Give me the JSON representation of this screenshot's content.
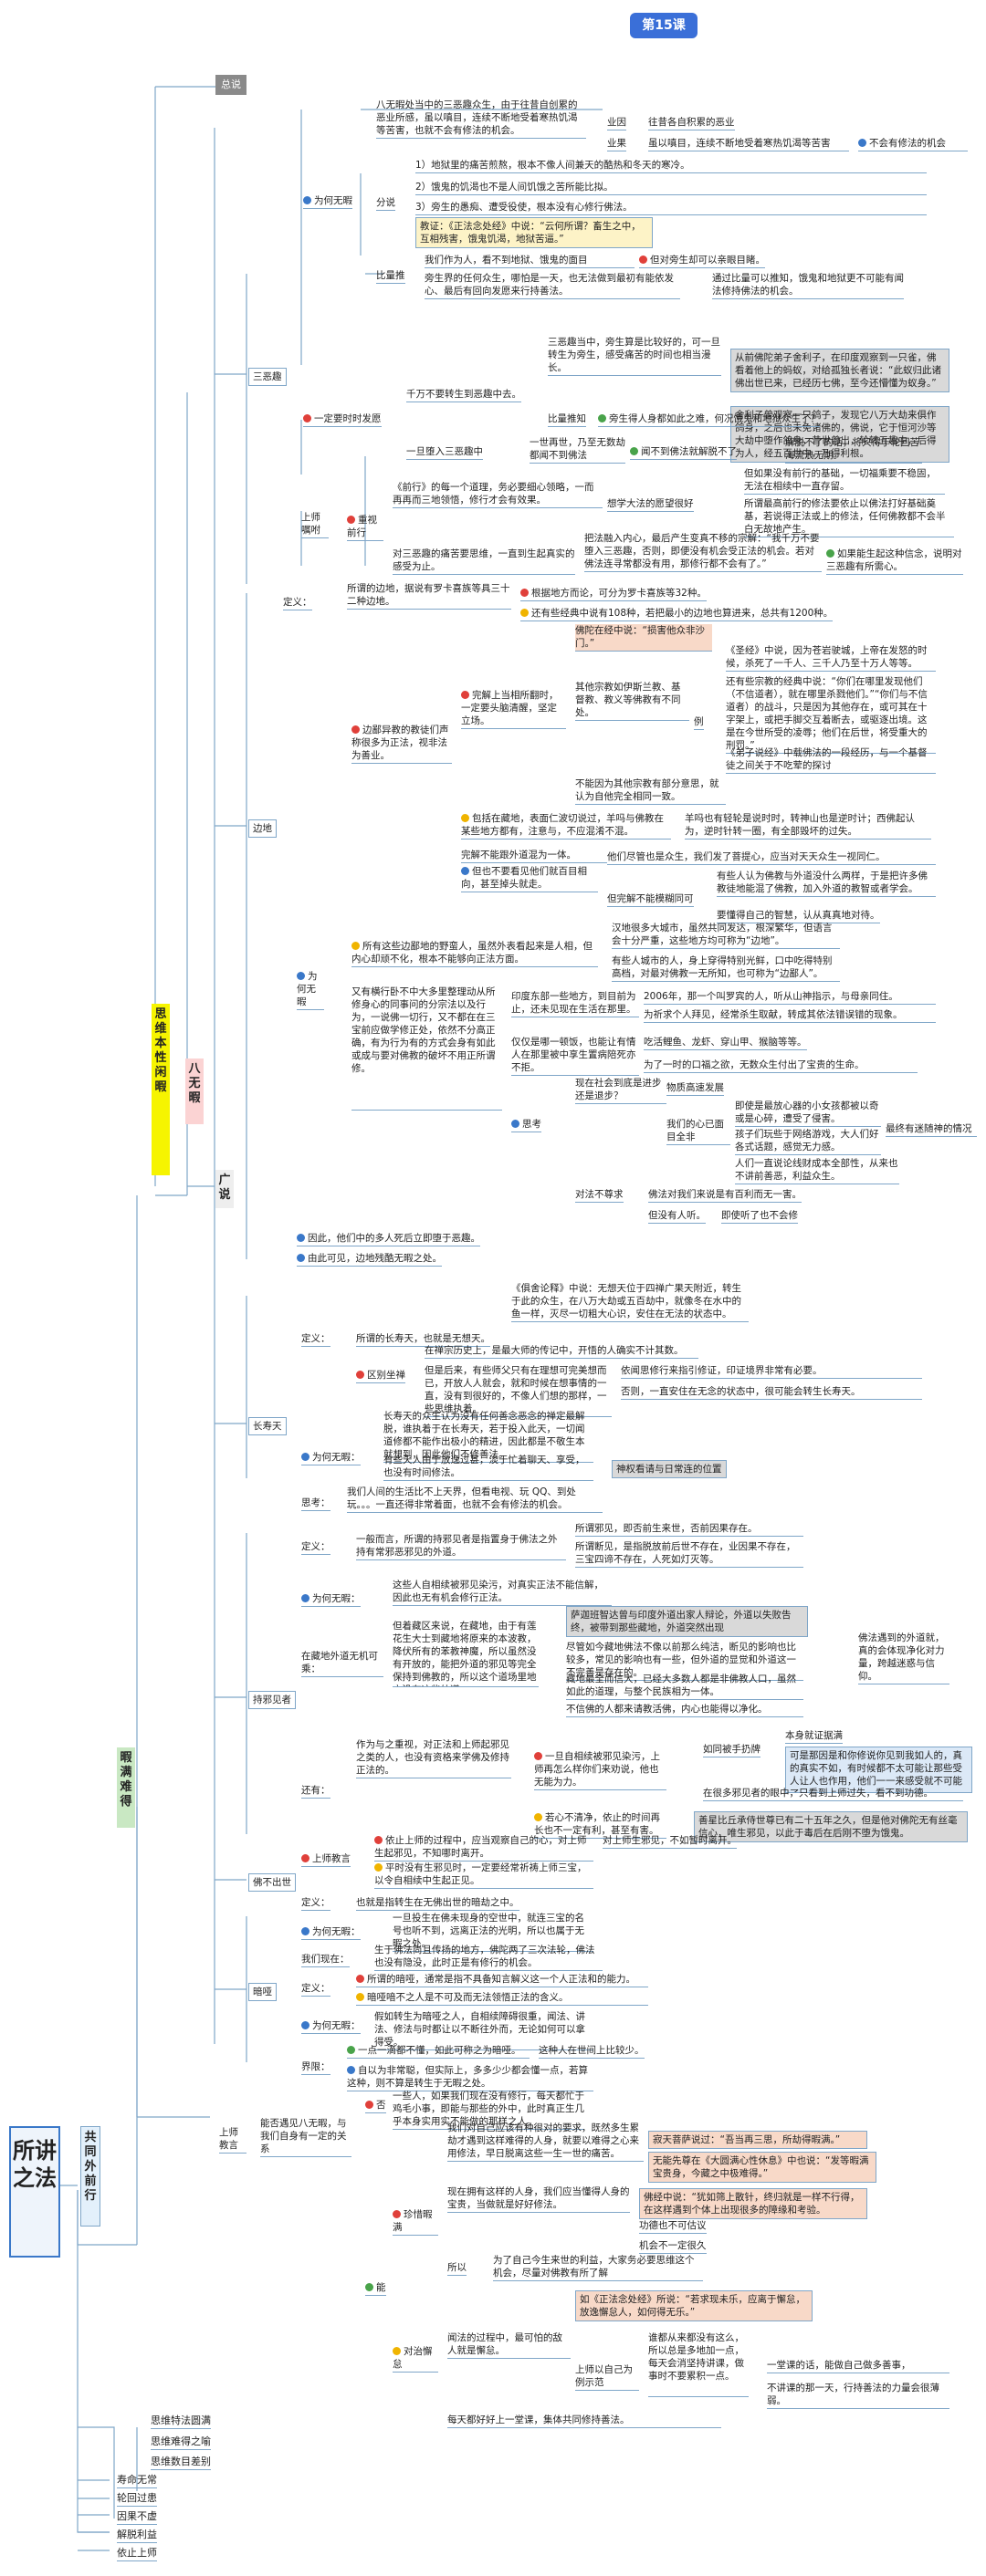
{
  "lesson": "第15课",
  "root": "所讲之法",
  "gray_top": "总说",
  "left_tags": {
    "a": "思维本性闲暇",
    "b": "八无暇",
    "c": "广说",
    "d": "暇满难得",
    "e": "共同外前行"
  },
  "bottom_items": [
    "思维特法圆满",
    "思维难得之喻",
    "思维数目差别"
  ],
  "root_branches": [
    "寿命无常",
    "轮回过患",
    "因果不虚",
    "解脱利益",
    "依止上师"
  ],
  "sec1": {
    "title": "三恶趣",
    "why": "为何无暇",
    "def": "八无暇处当中的三恶趣众生，由于往昔自创累的恶业所感，虽以嗔目，连续不断地受着寒热饥渴等苦害，也就不会有修法的机会。",
    "yeye": "业因",
    "yeye_v": "往昔各自积累的恶业",
    "yeguo": "业果",
    "yeguo_v": "虽以嗔目，连续不断地受着寒热饥渴等苦害",
    "noop": "不会有修法的机会",
    "fenshuo": "分说",
    "f1": "1）地狱里的痛苦煎熬，根本不像人间兼天的酷热和冬天的寒冷。",
    "f2": "2）饿鬼的饥渴也不是人间饥饿之苦所能比拟。",
    "f3": "3）旁生的愚痴、遭受役使，根本没有心修行佛法。",
    "quote1": "教证：《正法念处经》中说：“云何所谓？畜生之中，互相残害，饿鬼饥渴，地狱苦逼。”",
    "compare": "比量推",
    "c1": "我们作为人，看不到地狱、饿鬼的面目",
    "c1b": "但对旁生却可以亲眼目睹。",
    "c2": "旁生界的任何众生，哪怕是一天，也无法做到最初有能依发心、最后有回向发愿来行持善法。",
    "c3": "通过比量可以推知，饿鬼和地狱更不可能有闻法修持佛法的机会。",
    "must": "一定要时时发愿",
    "never": "千万不要转生到恶趣中去。",
    "m1": "三恶趣当中，旁生算是比较好的，可一旦转生为旁生，感受痛苦的时间也相当漫长。",
    "m1q": "从前佛陀弟子舍利子，在印度观察到一只雀，佛看着他上的蚂蚁，对给孤独长者说：“此蚁归此诸佛出世已来，已经历七佛，至今还懵懂为蚁身。”",
    "m2q": "舍利子曾观察一只鸽子，发现它八万大劫来俱作鸽身，之后也未免诸佛的，佛说，它于恒河沙等大劫中堕作鸽身，昔世曾出，轮转五趣中，后得为人，经五百世中，乃得利根。",
    "bi": "比量推知",
    "bi_v": "旁生得人身都如此之难，何况饿鬼和地狱众生了？",
    "once": "一旦堕入三恶趣中",
    "once1": "一世再世，乃至无数劫都闻不到佛法",
    "once2": "闻不到佛法就解脱不了",
    "once3": "解脱不了的话，将只得于轮回苦海流浪无期。",
    "guru": "上师嘱咐",
    "zhongshi": "重视前行",
    "g1": "《前行》的每一个道理，务必要细心领略，一而再再而三地领悟，修行才会有效果。",
    "g1r": "想学大法的愿望很好",
    "g1a": "但如果没有前行的基础，一切福乘要不稳固，无法在相续中一直存留。",
    "g1b": "所谓最高前行的修法要依止以佛法打好基础奠基，若说得正法或上的修法，任何佛教都不会半白无故地产生。",
    "g2": "对三恶趣的痛苦要思维，一直到生起真实的感受为止。",
    "g2a": "把法融入内心，最后产生变真不移的宗解：“我千万不要堕入三恶趣，否则，即便没有机会受正法的机会。若对佛法连寻常都没有用，那修行都不会有了。”",
    "g2b": "如果能生起这种信念，说明对三恶趣有所需心。"
  },
  "sec2": {
    "title": "边地",
    "def_lbl": "定义：",
    "def": "所谓的边地，据说有罗卡喜族等具三十二种边地。",
    "d1": "根据地方而论，可分为罗卡喜族等32种。",
    "d2": "还有些经典中说有108种，若把最小的边地也算进来，总共有1200种。",
    "why": "为何无暇",
    "w1": "边鄙异教的教徒们声称很多为正法，视非法为善业。",
    "w1a": "完解上当相所翻时，一定要头脑清醒，坚定立场。",
    "w1b": "佛陀在经中说：“损害他众非沙门。”",
    "w1c": "其他宗教如伊斯兰教、基督教、教义等佛教有不同处。",
    "w1d": "例",
    "w1e": "《圣经》中说，因为苍岩驶城，上帝在发怒的时候，杀死了一千人、三千人乃至十万人等等。",
    "w1f": "还有些宗教的经典中说：“你们在哪里发现他们（不信道者），就在哪里杀戮他们。”“你们与不信道者）的战斗，只是因为其他存在，或可其在十字架上，或把手脚交互着断去，或驱逐出境。这是在今世所受的凌辱；他们在后世，将受重大的刑罚。”",
    "w1g": "《弟子说经》中载佛法的一段经历，与一个基督徒之间关于不吃荤的探讨",
    "w1h": "不能因为其他宗教有部分意思，就认为自他完全相同一致。",
    "w2": "包括在藏地，表面仁波切说过，羊吗与佛教在某些地方都有，注意与，不应混淆不混。",
    "w2a": "羊吗也有轻轮是说时时，转神山也是逆时计；西佛起认为，逆时针转一圈，有全部毁坏的过失。",
    "w3": "完解不能跟外道混为一体。",
    "w3a": "但也不要看见他们就百目相向，甚至掉头就走。",
    "w3b": "他们尽管也是众生，我们发了菩提心，应当对天天众生一视同仁。",
    "w3c": "有些人认为佛教与外道没什么两样，于是把许多佛教徒地能混了佛教，加入外道的教智或者学会。",
    "w3d": "但完解不能模糊同可",
    "w3e": "要懂得自己的智慧，认从真真地对待。",
    "w4": "所有这些边鄙地的野蛮人，虽然外表看起来是人相，但内心却顽不化，根本不能够向正法方面。",
    "w4a": "汉地很多大城市，虽然共同发达，根深繁华，但语言会十分严重，这些地方均可称为“边地”。",
    "w4b": "有些人城市的人，身上穿得特别光鲜，口中吃得特别高档，对最对佛教一无所知，也可称为“边鄙人”。",
    "w5": "又有横行卧不中大多里整理动从所修身心的同事问的分宗法以及行为，一说佛一切行，又不都在在三宝前应做学修正处，依然不分高正确，有为行为有的方式会身有如此或成与要对佛教的破坏不用正所谓修。",
    "w5a": "印度东部一些地方，到目前为止，还未见现在生活在那里。",
    "w5b": "2006年，那一个叫罗宾的人，听从山神指示，与母亲同住。",
    "w5c": "为祈求个人拜见，经常杀生取献，转成其依法错误错的现象。",
    "w5d": "仅仅是哪一顿饭，也能让有情人在那里被中享生置病陪死亦不拒。",
    "w5e": "吃活鲤鱼、龙虾、穿山甲、猴脑等等。",
    "w5f": "为了一时的口福之欲，无数众生付出了宝贵的生命。",
    "tz": "思考",
    "tz1": "现在社会到底是进步还是退步？",
    "tz1a": "物质高速发展",
    "tz1b": "我们的心已面目全非",
    "tz1c": "即使是最放心器的小女孩都被以奇或是心碎，遭受了侵害。",
    "tz1d": "孩子们玩些于网络游戏，大人们好各式话题，感觉无力感。",
    "tz1e": "最终有迷随神的情况",
    "tz1f": "人们一直说论线财成本全部性，从来也不讲前善恶，利益众生。",
    "tz2": "对法不尊求",
    "tz2a": "佛法对我们来说是有百利而无一害。",
    "tz2b": "但没有人听。",
    "tz2c": "即使听了也不会修",
    "c1": "因此，他们中的多人死后立即堕于恶趣。",
    "c2": "由此可见，边地残酷无暇之处。"
  },
  "sec3": {
    "title": "长寿天",
    "def_lbl": "定义：",
    "def": "所谓的长寿天，也就是无想天。",
    "def_q": "《俱舍论释》中说：无想天位于四禅广果天附近，转生于此的众生，在八万大劫或五百劫中，就像冬在水中的鱼一样，灭尽一切粗大心识，安住在无法的状态中。",
    "qf": "区别坐禅",
    "qf1": "在禅宗历史上，是最大师的传记中，开悟的人确实不计其数。",
    "qf2": "但是后来，有些师父只有在理想可完美想而已，开放人人就会，就和时候在想事情的一直，没有到很好的，不像人们想的那样，一些思维执着。",
    "qf3": "依闻思修行来指引修证，印证境界非常有必要。",
    "qf4": "否则，一直安住在无念的状态中，很可能会转生长寿天。",
    "why": "为何无暇：",
    "why1": "长寿天的众生认为没有任何善念恶念的禅定最解脱，谁执着于在长寿天，若于投入此天，一切闻道修都不能作出极小的精进，因此都是不敬生本就想到，因此他们不修善法。",
    "why2": "有些天人由于放逸过甚，淡于忙着聊天、享受，也没有时间修法。",
    "why3": "神权看请与日常连的位置",
    "tk": "思考：",
    "tk1": "我们人间的生活比不上天界，但看电视、玩 QQ、到处玩。。。一直还得非常着面，也就不会有修法的机会。"
  },
  "sec4": {
    "title": "持邪见者",
    "def_lbl": "定义：",
    "def": "一般而言，所谓的持邪见者是指置身于佛法之外持有常邪恶邪见的外道。",
    "def1": "所谓邪见，即否前生来世，否前因果存在。",
    "def2": "所谓断见，是指脱放前后世不存在，业因果不存在，三宝四谛不存在，人死如灯灭等。",
    "why": "为何无暇：",
    "why_v": "这些人自相续被邪见染污，对真实正法不能信解，因此也无有机会修行正法。",
    "zd": "在藏地外道无机可乘：",
    "zd1": "但着藏区来说，在藏地，由于有莲花生大士到藏地将原来的本波教，降伏所有的苯教神魔，所以虽然没有开放的，能把外道的邪见等完全保持到佛教的，所以这个道场里地方没有这些外道。",
    "zd2": "萨迦班智达曾与印度外道出家人辩论，外道以失败告终，被带到那些藏地，外道突然出现",
    "zd3": "尽管如今藏地佛法不像以前那么纯洁，断见的影响也比较多，常见的影响也有一些，但外道的显觉和外道这一不完善是存在的。",
    "zd4": "藏地最全而信大，已经大多数人都是非佛教人口，虽然如此的道理，与整个民族相为一体。",
    "zd5": "不信佛的人都来请教活佛，内心也能得以净化。",
    "zd6": "佛法遇到的外道就，真的会体现净化对力量，跨越迷惑与信仰。",
    "hs": "还有：",
    "hs1": "作为与之重视，对正法和上师起邪见之类的人，也没有资格来学佛及修持正法的。",
    "hs2": "一旦自相续被邪见染污，上师再怎么样你们来劝说，他也无能为力。",
    "hs2a": "如同被手扔牌",
    "hs2b": "本身就证据满",
    "hs2c": "可是那因是和你修说你见到我如人的，真的真实不如，有时候都不太可能让那些受人让人也作用，他们一一来感受就不可能了。",
    "hs2d": "在很多邪见者的眼中，只看到上师过失，看不到功德。",
    "hs3": "若心不清净，依止的时间再长也不一定有利，甚至有害。",
    "hs3a": "善星比丘承侍世尊已有二十五年之久，但是他对佛陀无有丝毫信心，唯生邪见，以此于毒后在后刚不堕为饿鬼。",
    "ss": "上师教言",
    "ss1": "依止上师的过程中，应当观察自己的心，对上师生起邪见，不知哪时离开。",
    "ss1a": "对上师生邪见，不如暂时离开。",
    "ss2": "平时没有生邪见时，一定要经常祈祷上师三宝，以令自相续中生起正见。"
  },
  "sec5": {
    "title": "佛不出世",
    "def_lbl": "定义：",
    "def": "也就是指转生在无佛出世的暗劫之中。",
    "why": "为何无暇：",
    "why_v": "一旦投生在佛未现身的空世中，就连三宝的名号也听不到，远离正法的光明，所以也属于无暇之处。",
    "h": "我们现在：",
    "h_v": "生于佛法尚且传扬的地方，佛陀两了三次法轮，佛法也没有隐没，此时正是有修行的机会。"
  },
  "sec6": {
    "title": "暗哑",
    "def_lbl": "定义：",
    "def1": "所谓的暗哑，通常是指不具备知言解义这一个人正法和的能力。",
    "def2": "暗哑喑不之人是不可及而无法领悟正法的含义。",
    "why": "为何无暇：",
    "why_v": "假如转生为暗哑之人，自相续障碍很重，闻法、讲法、修法与时都让以不断往外而，无论如何可以拿得受。",
    "jx": "界限：",
    "jx1": "一点一滴都不懂，如此可称之为暗哑。",
    "jx1a": "这种人在世间上比较少。",
    "jx2": "自以为非常聪，但实际上，多多少少都会懂一点，若算这种，则不算是转生于无暇之处。"
  },
  "sec7": {
    "title": "上师教言",
    "intro": "能否遇见八无暇，与我们自身有一定的关系",
    "fou": "否",
    "fou_v": "一些人，如果我们现在没有修行，每天都忙于鸡毛小事，即能与那些的外中，此时真正生几乎本身实用实不能做的那样之人。",
    "shi": "能",
    "s1": "我们对自己应该有种很对的要求，既然多生累劫才遇到这样难得的人身，就要以难得之心来用修法，早日脱离这些一生一世的痛苦。",
    "s1q": "寂天菩萨说过：“吾当再三思，所劫得暇满。”",
    "s1q2": "无能先尊在《大圆满心性休息》中也说：“发等暇满宝贵身，今藏之中极难得。”",
    "zhenxi": "珍惜暇满",
    "zx1": "现在拥有这样的人身，我们应当懂得人身的宝贵，当做就是好好修法。",
    "zx1q": "佛经中说：“犹如筛上散针，终归就是一样不行得，在这样遇到个体上出现很多的障缘和考验。",
    "zx1a": "功德也不可估议",
    "zx1b": "机会不一定很久",
    "zx2": "所以",
    "zx2a": "为了自己今生来世的利益，大家务必要思维这个机会，尽量对佛教有所了解",
    "duizhi": "对治懈怠",
    "dz1": "如《正法念处经》所说：“若求现未乐，应离于懈怠，放逸懈怠人，如何得无乐。”",
    "dz2": "闻法的过程中，最可怕的敌人就是懈怠。",
    "dz3": "上师以自己为例示范",
    "dz3a": "谁都从来都没有这么，所以总是多地加一点，每天会消坚持讲课，做事时不要累积一点。",
    "dz3b": "一堂课的话，能做自己做多善事，",
    "dz3c": "不讲课的那一天，行持善法的力量会很薄弱。",
    "dz4": "每天都好好上一堂课，集体共同修持善法。"
  }
}
